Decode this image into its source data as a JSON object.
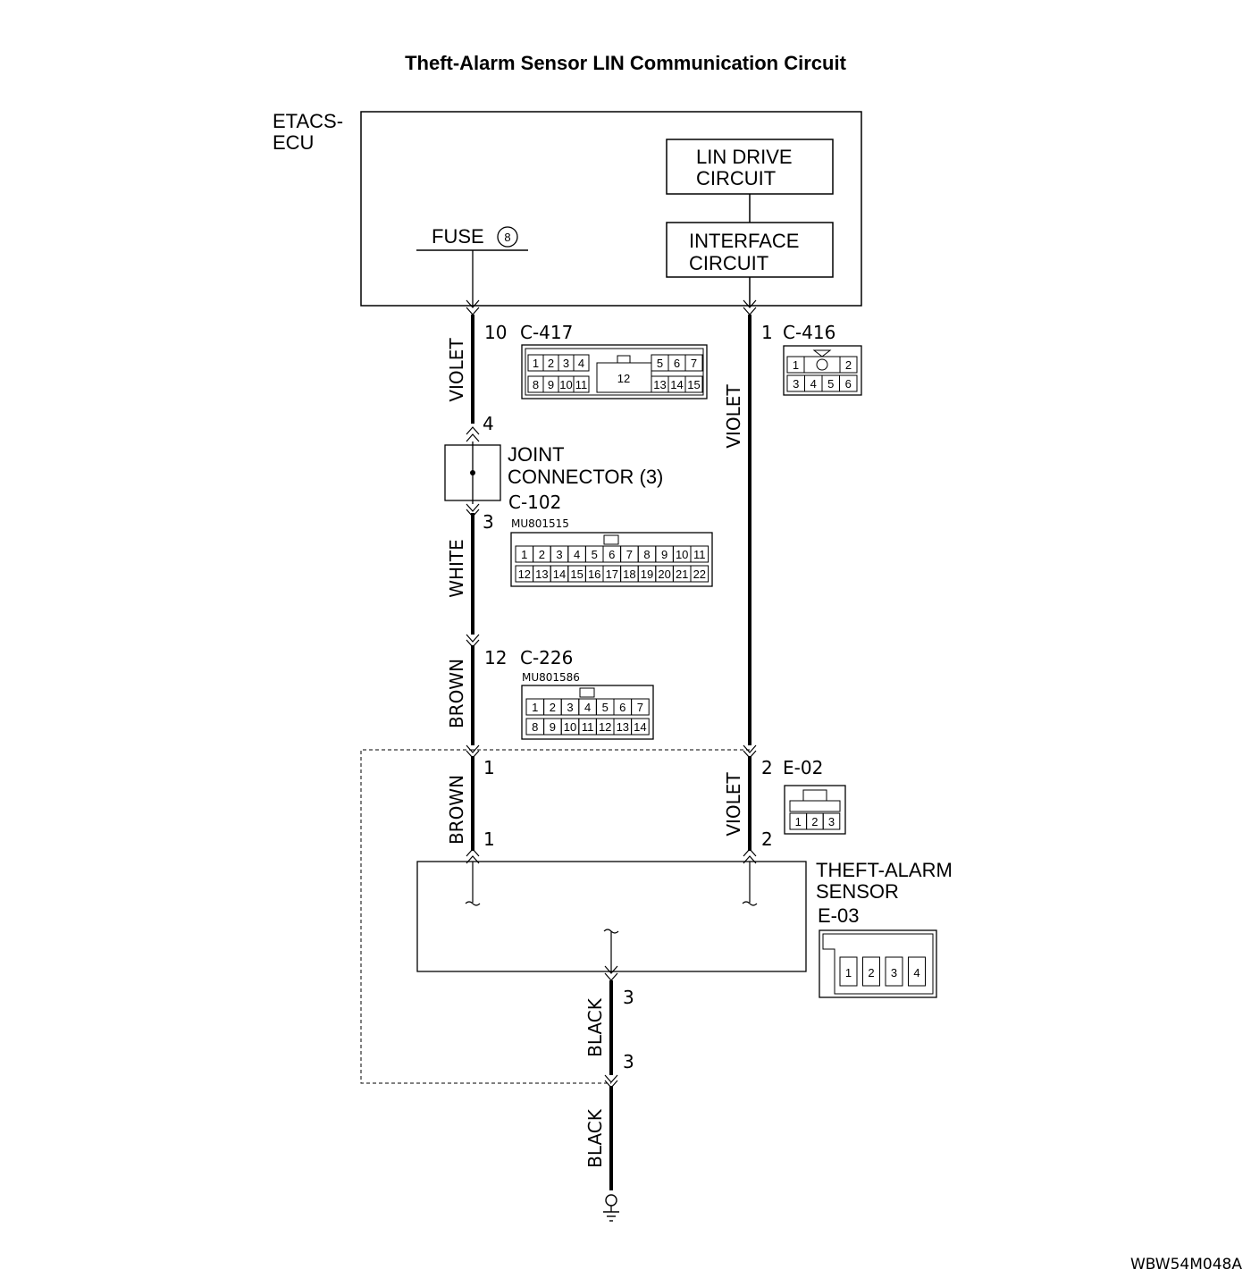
{
  "title": "Theft-Alarm Sensor LIN Communication Circuit",
  "ecu": {
    "line1": "ETACS-",
    "line2": "ECU"
  },
  "lin_drive": {
    "line1": "LIN DRIVE",
    "line2": "CIRCUIT"
  },
  "interface": {
    "line1": "INTERFACE",
    "line2": "CIRCUIT"
  },
  "fuse": {
    "label": "FUSE",
    "number": "8"
  },
  "wires": {
    "left_violet": "VIOLET",
    "left_white": "WHITE",
    "left_brown_upper": "BROWN",
    "left_brown_lower": "BROWN",
    "right_violet_upper": "VIOLET",
    "right_violet_lower": "VIOLET",
    "black_upper": "BLACK",
    "black_lower": "BLACK"
  },
  "pins": {
    "c417_pin": "10",
    "c416_pin": "1",
    "joint_in": "4",
    "joint_out": "3",
    "c226_pin": "12",
    "e02_left_top": "1",
    "e02_left_bottom": "1",
    "e02_right_top": "2",
    "e02_right_bottom": "2",
    "black_top": "3",
    "black_bottom": "3"
  },
  "connectors": {
    "c417": {
      "code": "C-417",
      "top": [
        "1",
        "2",
        "3",
        "4",
        "5",
        "6",
        "7"
      ],
      "bottom": [
        "8",
        "9",
        "10",
        "11",
        "13",
        "14",
        "15"
      ],
      "center": "12"
    },
    "c416": {
      "code": "C-416",
      "top": [
        "1",
        "2"
      ],
      "bottom": [
        "3",
        "4",
        "5",
        "6"
      ]
    },
    "joint": {
      "line1": "JOINT",
      "line2": "CONNECTOR (3)",
      "code": "C-102"
    },
    "c102": {
      "part": "MU801515",
      "top": [
        "1",
        "2",
        "3",
        "4",
        "5",
        "6",
        "7",
        "8",
        "9",
        "10",
        "11"
      ],
      "bottom": [
        "12",
        "13",
        "14",
        "15",
        "16",
        "17",
        "18",
        "19",
        "20",
        "21",
        "22"
      ]
    },
    "c226": {
      "code": "C-226",
      "part": "MU801586",
      "top": [
        "1",
        "2",
        "3",
        "4",
        "5",
        "6",
        "7"
      ],
      "bottom": [
        "8",
        "9",
        "10",
        "11",
        "12",
        "13",
        "14"
      ]
    },
    "e02": {
      "code": "E-02",
      "pins": [
        "1",
        "2",
        "3"
      ]
    },
    "e03": {
      "code": "E-03",
      "pins": [
        "1",
        "2",
        "3",
        "4"
      ]
    }
  },
  "sensor": {
    "line1": "THEFT-ALARM",
    "line2": "SENSOR"
  },
  "figure_code": "WBW54M048A"
}
